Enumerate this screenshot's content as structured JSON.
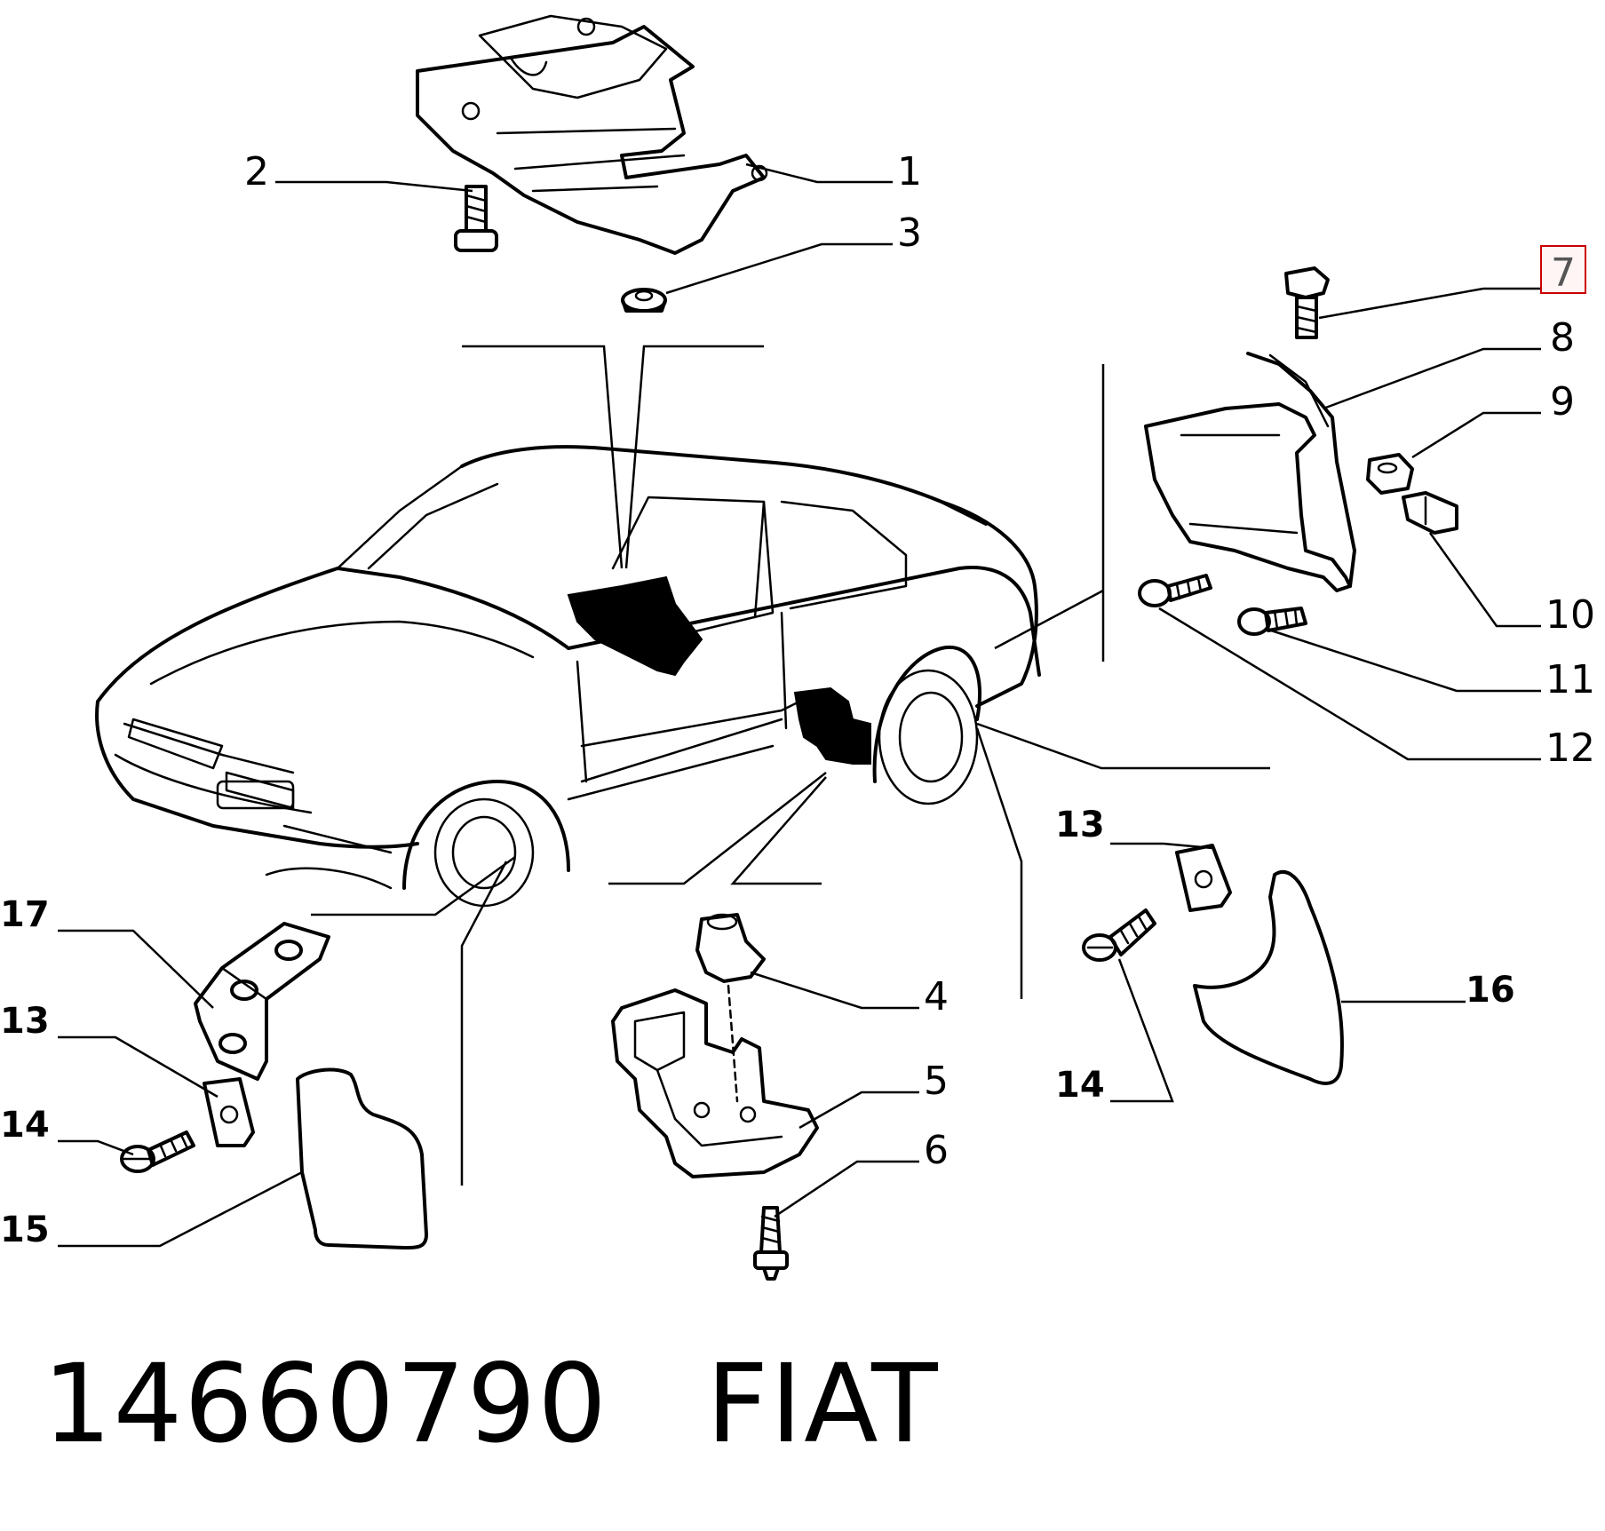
{
  "callouts": {
    "c1": "1",
    "c2": "2",
    "c3": "3",
    "c4": "4",
    "c5": "5",
    "c6": "6",
    "c7": "7",
    "c8": "8",
    "c9": "9",
    "c10": "10",
    "c11": "11",
    "c12": "12",
    "c13a": "13",
    "c13b": "13",
    "c14a": "14",
    "c14b": "14",
    "c15": "15",
    "c16": "16",
    "c17": "17"
  },
  "highlighted_callout": "7",
  "highlight_color": "#cc0000",
  "footer": {
    "part_number": "14660790",
    "brand": "FIAT"
  }
}
